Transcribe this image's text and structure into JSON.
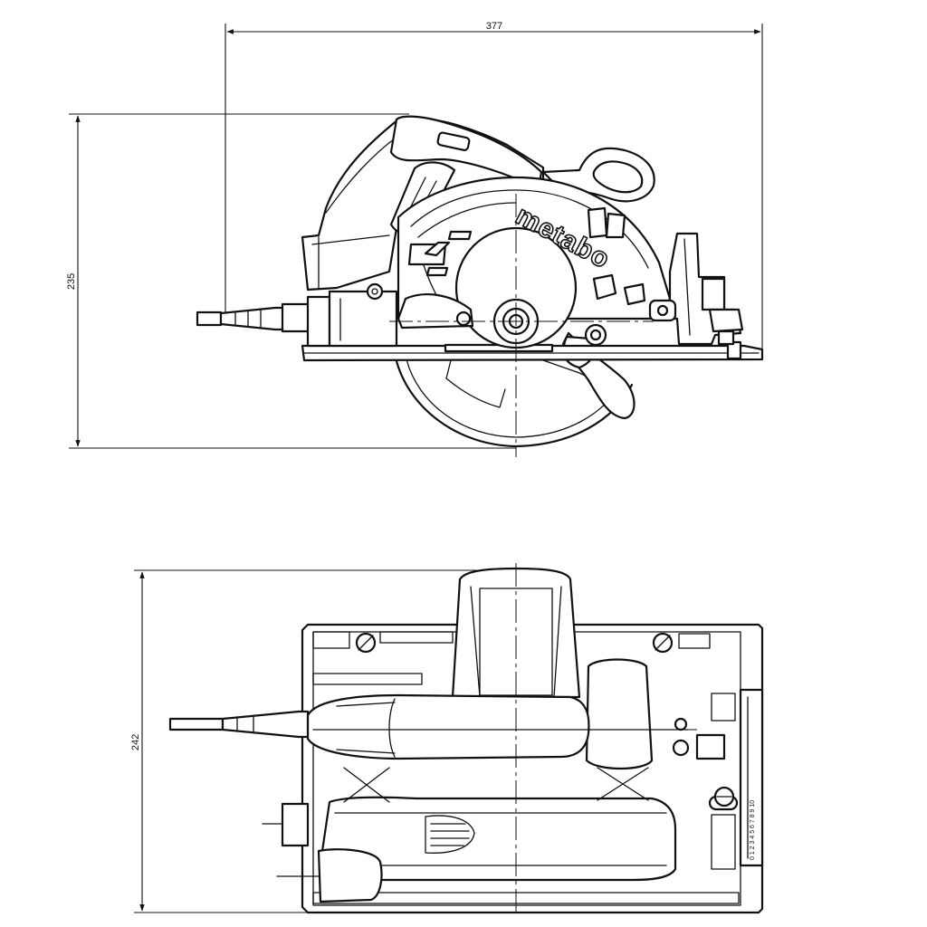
{
  "drawing": {
    "dimensions": {
      "side_view_length": "377",
      "side_view_height": "235",
      "top_view_width": "242"
    },
    "brand_label": "metabo",
    "scale_label": "0 1 2 3 4 5 6 7 8 9 10"
  }
}
